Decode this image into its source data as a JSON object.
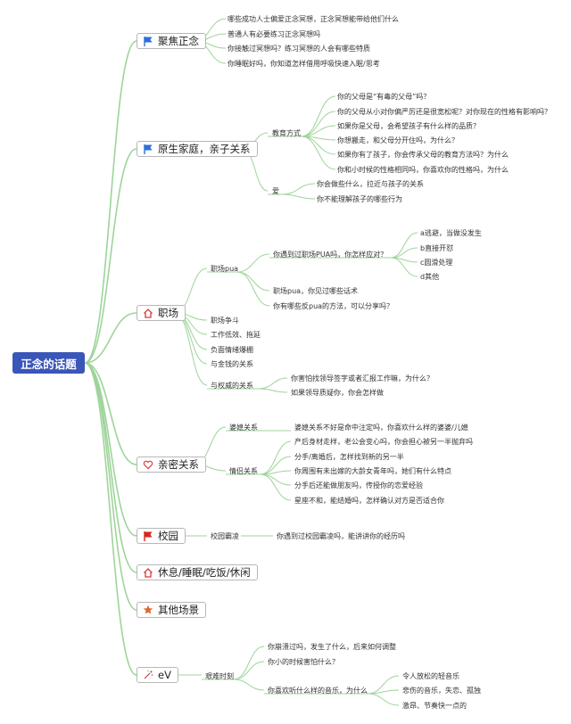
{
  "root": "正念的话题",
  "colors": {
    "line": "#9ed49a",
    "root_bg": "#3a56b8",
    "flag_blue": "#2e6fd8",
    "flag_red": "#d8261f",
    "home": "#d83a3a",
    "heart": "#d83a3a",
    "star": "#e0662a"
  },
  "branches": {
    "b1": {
      "label": "聚焦正念",
      "icon": "blue-flag-icon",
      "items": [
        "哪些成功人士偏爱正念冥想，正念冥想能带给他们什么",
        "普通人有必要练习正念冥想吗",
        "你接触过冥想吗？练习冥想的人会有哪些特质",
        "你睡眠好吗，你知道怎样借用呼吸快速入眠/思考"
      ]
    },
    "b2": {
      "label": "原生家庭，亲子关系",
      "icon": "blue-flag-icon",
      "edu": {
        "label": "教育方式",
        "items": [
          "你的父母是“有毒的父母”吗？",
          "你的父母从小对你偏严厉还是很宽松呢？对你现在的性格有影响吗？",
          "如果你是父母，会希望孩子有什么样的品质？",
          "你想搬走，和父母分开住吗，为什么？",
          "如果你有了孩子，你会传承父母的教育方法吗？为什么",
          "你和小时候的性格相同吗，你喜欢你的性格吗，为什么"
        ]
      },
      "love": {
        "label": "爱",
        "items": [
          "你会做些什么，拉近与孩子的关系",
          "你不能理解孩子的哪些行为"
        ]
      }
    },
    "b3": {
      "label": "职场",
      "icon": "home-icon",
      "pua": {
        "label": "职场pua",
        "q1": "你遇到过职场PUA吗，你怎样应对？",
        "q1_opts": [
          "a逃避，当做没发生",
          "b直接开怼",
          "c圆滑处理",
          "d其他"
        ],
        "q2": "职场pua，你见过哪些话术",
        "q3": "你有哪些反pua的方法，可以分享吗？"
      },
      "items": [
        "职场争斗",
        "工作低效、拖延",
        "负面情绪爆棚",
        "与金钱的关系"
      ],
      "power": {
        "label": "与权威的关系",
        "items": [
          "你害怕找领导签字或者汇报工作嘛，为什么？",
          "如果领导质疑你，你会怎样做"
        ]
      }
    },
    "b4": {
      "label": "亲密关系",
      "icon": "heart-icon",
      "inlaw": {
        "label": "婆媳关系",
        "item": "婆媳关系不好是命中注定吗，你喜欢什么样的婆婆/儿媳"
      },
      "couple": {
        "label": "情侣关系",
        "items": [
          "产后身材走样，老公会变心吗，你会担心被另一半抛弃吗",
          "分手/离婚后，怎样找到新的另一半",
          "你周围有未出嫁的大龄女青年吗，她们有什么特点",
          "分手后还能做朋友吗，传授你的恋爱经验",
          "星座不和，能结婚吗，怎样确认对方是否适合你"
        ]
      }
    },
    "b5": {
      "label": "校园",
      "icon": "red-flag-icon",
      "bully": {
        "label": "校园霸凌",
        "item": "你遇到过校园霸凌吗，能讲讲你的经历吗"
      }
    },
    "b6": {
      "label": "休息/睡眠/吃饭/休闲",
      "icon": "home-icon"
    },
    "b7": {
      "label": "其他场景",
      "icon": "star-icon"
    },
    "b8": {
      "label": "eV",
      "icon": "sparkle-icon",
      "hard": {
        "label": "艰难时刻",
        "items": [
          "你崩溃过吗，发生了什么，后来如何调整",
          "你小的时候害怕什么？",
          "你喜欢听什么样的音乐，为什么"
        ],
        "music": [
          "令人放松的轻音乐",
          "悲伤的音乐，失恋、孤独",
          "激昂、节奏快一点的"
        ]
      }
    }
  }
}
